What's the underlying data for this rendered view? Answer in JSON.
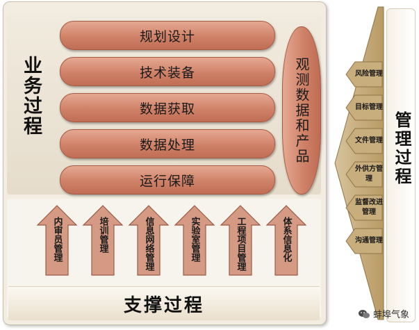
{
  "business": {
    "title": "业务过程",
    "steps": [
      "规划设计",
      "技术装备",
      "数据获取",
      "数据处理",
      "运行保障"
    ],
    "output": "观测数据和产品"
  },
  "support": {
    "title": "支撑过程",
    "items": [
      "内审员管理",
      "培训管理",
      "信息网络管理",
      "实验室管理",
      "工程项目管理",
      "体系信息化"
    ]
  },
  "management": {
    "title": "管理过程",
    "items": [
      "风险管理",
      "目标管理",
      "文件管理",
      "外供方管理",
      "监督改进管理",
      "沟通管理"
    ]
  },
  "watermark": {
    "text": "蚌埠气象",
    "icon": "wechat-icon"
  },
  "colors": {
    "step_fill": "#cf8268",
    "step_border": "#a55a44",
    "arrow_fill": "#d49a84",
    "mgmt_fill": "#c8ad7d",
    "background": "#f3ede1"
  }
}
